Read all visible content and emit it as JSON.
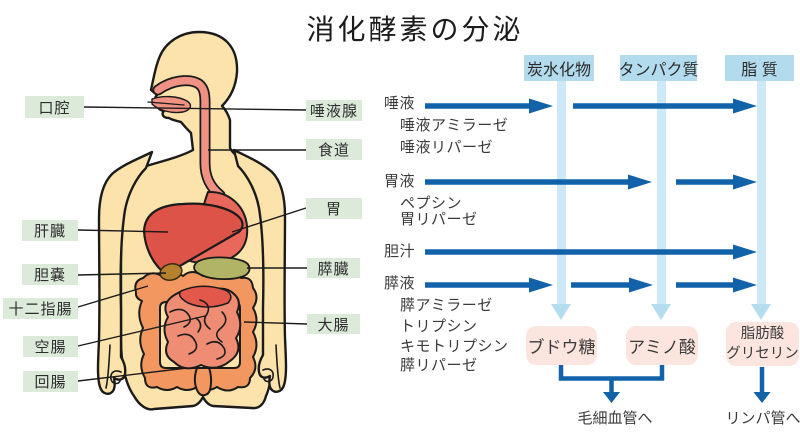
{
  "title": "消化酵素の分泌",
  "anatomy": {
    "left_labels": [
      "口腔",
      "肝臓",
      "胆嚢",
      "十二指腸",
      "空腸",
      "回腸"
    ],
    "right_labels": [
      "唾液腺",
      "食道",
      "胃",
      "膵臓",
      "大腸"
    ]
  },
  "flow_chart": {
    "column_headers": [
      "炭水化物",
      "タンパク質",
      "脂 質"
    ],
    "rows": [
      {
        "label": "唾液",
        "enzymes": [
          "唾液アミラーゼ",
          "唾液リパーゼ"
        ],
        "acts_on": [
          "炭水化物",
          "脂質"
        ]
      },
      {
        "label": "胃液",
        "enzymes": [
          "ペプシン",
          "胃リパーゼ"
        ],
        "acts_on": [
          "タンパク質",
          "脂質"
        ]
      },
      {
        "label": "胆汁",
        "enzymes": [],
        "acts_on": [
          "脂質"
        ]
      },
      {
        "label": "膵液",
        "enzymes": [
          "膵アミラーゼ",
          "トリプシン",
          "キモトリプシン",
          "膵リパーゼ"
        ],
        "acts_on": [
          "炭水化物",
          "タンパク質",
          "脂質"
        ]
      }
    ],
    "products": [
      {
        "lines": [
          "ブドウ糖"
        ]
      },
      {
        "lines": [
          "アミノ酸"
        ]
      },
      {
        "lines": [
          "脂肪酸",
          "グリセリン"
        ]
      }
    ],
    "destinations": [
      "毛細血管へ",
      "リンパ管へ"
    ]
  },
  "colors": {
    "arrow_blue": "#1162a9",
    "column_header_blue": "#b3dbee",
    "stream_bar_blue": "#cde9f7",
    "stream_head_blue": "#b5ddf0",
    "product_pink": "#fbe5de",
    "label_green": "#dbead9",
    "skin": "#fbe3ab",
    "organ_red": "#de5347",
    "intestine_salmon": "#f2975f"
  }
}
